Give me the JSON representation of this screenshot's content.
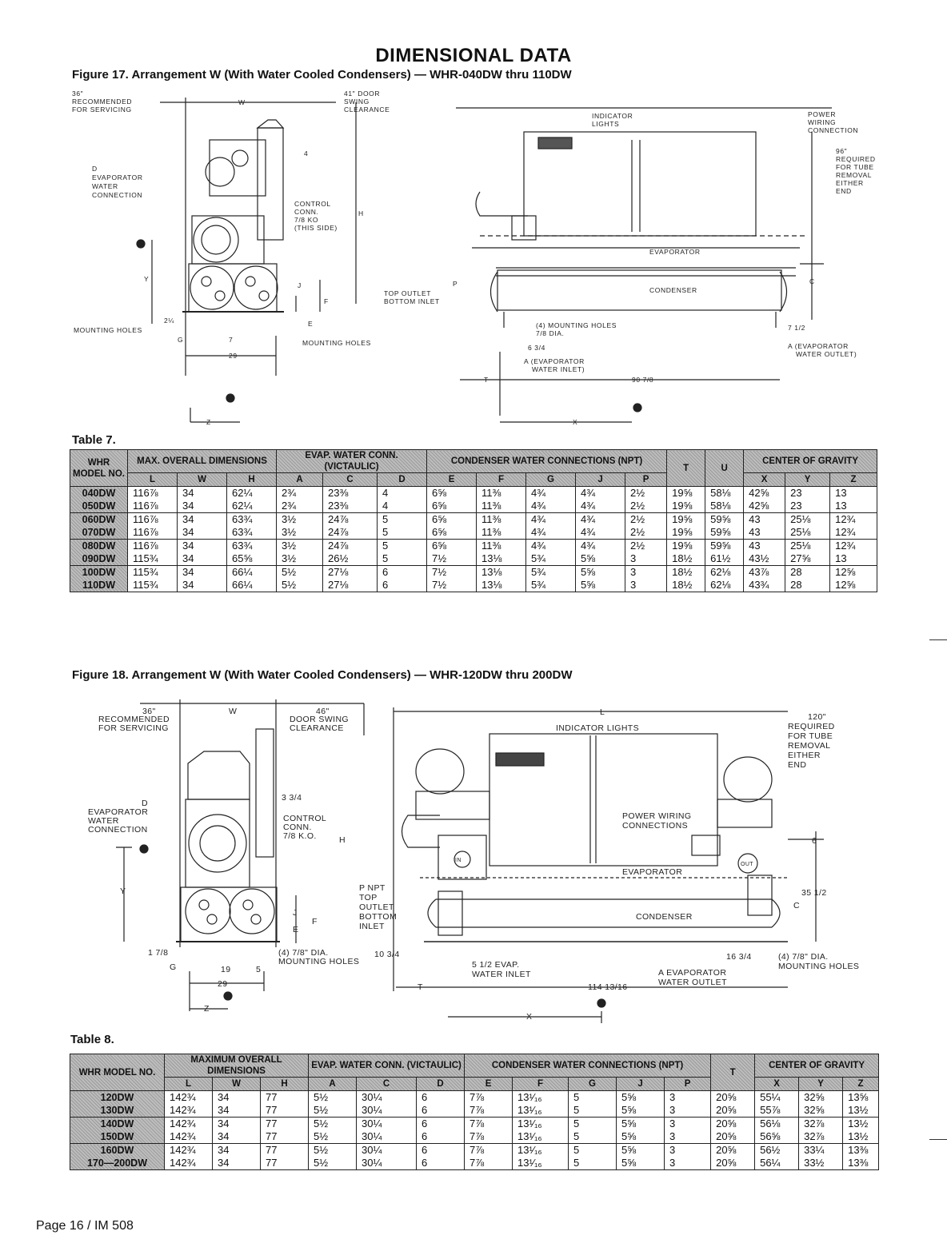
{
  "page_title": "DIMENSIONAL DATA",
  "figure17": {
    "caption": "Figure 17. Arrangement W (With Water Cooled Condensers) — WHR-040DW thru 110DW",
    "labels": {
      "recommended_servicing": [
        "36\"",
        "RECOMMENDED",
        "FOR SERVICING"
      ],
      "w": "W",
      "door_swing": [
        "41\" DOOR",
        "SWING",
        "CLEARANCE"
      ],
      "d_evap": [
        "D",
        "EVAPORATOR",
        "WATER",
        "CONNECTION"
      ],
      "four": "4",
      "control_conn": [
        "CONTROL",
        "CONN.",
        "7/8 KO",
        "(THIS SIDE)"
      ],
      "y": "Y",
      "j": "J",
      "f": "F",
      "e": "E",
      "h": "H",
      "two_quarter": "2¼",
      "mounting_holes_left": "MOUNTING HOLES",
      "g": "G",
      "seven": "7",
      "twentynine": "29",
      "mounting_holes_mid": "MOUNTING HOLES",
      "z": "Z",
      "indicator_lights": [
        "INDICATOR",
        "LIGHTS"
      ],
      "power_wiring": [
        "POWER",
        "WIRING",
        "CONNECTION"
      ],
      "tube_removal": [
        "96\"",
        "REQUIRED",
        "FOR TUBE",
        "REMOVAL",
        "EITHER",
        "END"
      ],
      "evaporator": "EVAPORATOR",
      "condenser": "CONDENSER",
      "p": "P",
      "top_bottom": [
        "TOP OUTLET",
        "BOTTOM INLET"
      ],
      "four_holes": [
        "(4) MOUNTING HOLES",
        "7/8 DIA."
      ],
      "six_three_quarter": "6 3/4",
      "a_evap_inlet": [
        "A (EVAPORATOR",
        "WATER INLET)"
      ],
      "c": "C",
      "seven_half": "7 1/2",
      "a_evap_outlet": [
        "A (EVAPORATOR",
        "WATER OUTLET)"
      ],
      "t": "T",
      "ninety": "90 7/8",
      "x": "X"
    }
  },
  "table7": {
    "label": "Table 7.",
    "header_groups": [
      "WHR MODEL NO.",
      "MAX. OVERALL DIMENSIONS",
      "EVAP. WATER CONN. (VICTAULIC)",
      "CONDENSER WATER CONNECTIONS (NPT)",
      "T",
      "U",
      "CENTER OF GRAVITY"
    ],
    "columns": [
      "L",
      "W",
      "H",
      "A",
      "C",
      "D",
      "E",
      "F",
      "G",
      "J",
      "P",
      "X",
      "Y",
      "Z"
    ],
    "groups": [
      {
        "models": [
          "040DW",
          "050DW"
        ],
        "cells": [
          [
            "116⅞",
            "116⅞"
          ],
          [
            "34",
            "34"
          ],
          [
            "62¼",
            "62¼"
          ],
          [
            "2¾",
            "2¾"
          ],
          [
            "23⅜",
            "23⅜"
          ],
          [
            "4",
            "4"
          ],
          [
            "6⅝",
            "6⅝"
          ],
          [
            "11⅜",
            "11⅜"
          ],
          [
            "4¾",
            "4¾"
          ],
          [
            "4¾",
            "4¾"
          ],
          [
            "2½",
            "2½"
          ],
          [
            "19⅝",
            "19⅝"
          ],
          [
            "58⅛",
            "58⅛"
          ],
          [
            "42⅝",
            "42⅝"
          ],
          [
            "23",
            "23"
          ],
          [
            "13",
            "13"
          ]
        ]
      },
      {
        "models": [
          "060DW",
          "070DW"
        ],
        "cells": [
          [
            "116⅞",
            "116⅞"
          ],
          [
            "34",
            "34"
          ],
          [
            "63¾",
            "63¾"
          ],
          [
            "3½",
            "3½"
          ],
          [
            "24⅞",
            "24⅞"
          ],
          [
            "5",
            "5"
          ],
          [
            "6⅝",
            "6⅝"
          ],
          [
            "11⅜",
            "11⅜"
          ],
          [
            "4¾",
            "4¾"
          ],
          [
            "4¾",
            "4¾"
          ],
          [
            "2½",
            "2½"
          ],
          [
            "19⅝",
            "19⅝"
          ],
          [
            "59⅝",
            "59⅝"
          ],
          [
            "43",
            "43"
          ],
          [
            "25⅛",
            "25⅛"
          ],
          [
            "12¾",
            "12¾"
          ]
        ]
      },
      {
        "models": [
          "080DW",
          "090DW"
        ],
        "cells": [
          [
            "116⅞",
            "115¾"
          ],
          [
            "34",
            "34"
          ],
          [
            "63¾",
            "65⅝"
          ],
          [
            "3½",
            "3½"
          ],
          [
            "24⅞",
            "26½"
          ],
          [
            "5",
            "5"
          ],
          [
            "6⅝",
            "7½"
          ],
          [
            "11⅜",
            "13⅛"
          ],
          [
            "4¾",
            "5¾"
          ],
          [
            "4¾",
            "5⅝"
          ],
          [
            "2½",
            "3"
          ],
          [
            "19⅝",
            "18½"
          ],
          [
            "59⅝",
            "61½"
          ],
          [
            "43",
            "43½"
          ],
          [
            "25⅛",
            "27⅝"
          ],
          [
            "12¾",
            "13"
          ]
        ]
      },
      {
        "models": [
          "100DW",
          "110DW"
        ],
        "cells": [
          [
            "115¾",
            "115¾"
          ],
          [
            "34",
            "34"
          ],
          [
            "66¼",
            "66¼"
          ],
          [
            "5½",
            "5½"
          ],
          [
            "27⅛",
            "27⅛"
          ],
          [
            "6",
            "6"
          ],
          [
            "7½",
            "7½"
          ],
          [
            "13⅛",
            "13⅛"
          ],
          [
            "5¾",
            "5¾"
          ],
          [
            "5⅝",
            "5⅝"
          ],
          [
            "3",
            "3"
          ],
          [
            "18½",
            "18½"
          ],
          [
            "62⅛",
            "62⅛"
          ],
          [
            "43⅞",
            "43¾"
          ],
          [
            "28",
            "28"
          ],
          [
            "12⅝",
            "12⅝"
          ]
        ]
      }
    ]
  },
  "figure18": {
    "caption": "Figure 18. Arrangement W (With Water Cooled Condensers) — WHR-120DW thru 200DW",
    "labels": {
      "recommended_servicing": [
        "36\"",
        "RECOMMENDED",
        "FOR SERVICING"
      ],
      "w": "W",
      "door_swing": [
        "46\"",
        "DOOR SWING",
        "CLEARANCE"
      ],
      "d_evap": [
        "D",
        "EVAPORATOR",
        "WATER",
        "CONNECTION"
      ],
      "three_three_quarter": "3 3/4",
      "control_conn": [
        "CONTROL",
        "CONN.",
        "7/8 K.O."
      ],
      "h": "H",
      "y": "Y",
      "j": "J",
      "f": "F",
      "e": "E",
      "seven_eighths": "1 7/8",
      "g": "G",
      "nineteen": "19",
      "five": "5",
      "four_holes_left": [
        "(4) 7/8\" DIA.",
        "MOUNTING HOLES"
      ],
      "twentynine": "29",
      "z": "Z",
      "l": "L",
      "indicator_lights": "INDICATOR LIGHTS",
      "tube_removal": [
        "120\"",
        "REQUIRED",
        "FOR TUBE",
        "REMOVAL",
        "EITHER",
        "END"
      ],
      "power_wiring": [
        "POWER WIRING",
        "CONNECTIONS"
      ],
      "six": "6",
      "in": "IN",
      "out": "OUT",
      "evaporator": "EVAPORATOR",
      "p_npt": [
        "P NPT",
        "TOP",
        "OUTLET",
        "BOTTOM",
        "INLET"
      ],
      "thirtyfive": "35 1/2",
      "c": "C",
      "condenser": "CONDENSER",
      "ten_three_quarter": "10 3/4",
      "sixteen": "16 3/4",
      "four_holes_right": [
        "(4) 7/8\" DIA.",
        "MOUNTING HOLES"
      ],
      "five_half": [
        "5 1/2 EVAP.",
        "WATER INLET"
      ],
      "a_evap_outlet": [
        "A EVAPORATOR",
        "WATER OUTLET"
      ],
      "t": "T",
      "one_fourteen": "114 13/16",
      "x": "X"
    }
  },
  "table8": {
    "label": "Table 8.",
    "header_groups": [
      "WHR MODEL NO.",
      "MAXIMUM OVERALL DIMENSIONS",
      "EVAP. WATER CONN. (VICTAULIC)",
      "CONDENSER WATER CONNECTIONS (NPT)",
      "T",
      "CENTER OF GRAVITY"
    ],
    "columns": [
      "L",
      "W",
      "H",
      "A",
      "C",
      "D",
      "E",
      "F",
      "G",
      "J",
      "P",
      "X",
      "Y",
      "Z"
    ],
    "groups": [
      {
        "models": [
          "120DW",
          "130DW"
        ],
        "cells": [
          [
            "142¾",
            "142¾"
          ],
          [
            "34",
            "34"
          ],
          [
            "77",
            "77"
          ],
          [
            "5½",
            "5½"
          ],
          [
            "30¼",
            "30¼"
          ],
          [
            "6",
            "6"
          ],
          [
            "7⅞",
            "7⅞"
          ],
          [
            "13¹⁄₁₆",
            "13¹⁄₁₆"
          ],
          [
            "5",
            "5"
          ],
          [
            "5⅝",
            "5⅝"
          ],
          [
            "3",
            "3"
          ],
          [
            "20⅝",
            "20⅝"
          ],
          [
            "55¼",
            "55⅞"
          ],
          [
            "32⅝",
            "32⅝"
          ],
          [
            "13⅝",
            "13½"
          ]
        ]
      },
      {
        "models": [
          "140DW",
          "150DW"
        ],
        "cells": [
          [
            "142¾",
            "142¾"
          ],
          [
            "34",
            "34"
          ],
          [
            "77",
            "77"
          ],
          [
            "5½",
            "5½"
          ],
          [
            "30¼",
            "30¼"
          ],
          [
            "6",
            "6"
          ],
          [
            "7⅞",
            "7⅞"
          ],
          [
            "13¹⁄₁₆",
            "13¹⁄₁₆"
          ],
          [
            "5",
            "5"
          ],
          [
            "5⅝",
            "5⅝"
          ],
          [
            "3",
            "3"
          ],
          [
            "20⅝",
            "20⅝"
          ],
          [
            "56⅛",
            "56⅝"
          ],
          [
            "32⅞",
            "32⅞"
          ],
          [
            "13½",
            "13½"
          ]
        ]
      },
      {
        "models": [
          "160DW",
          "170—200DW"
        ],
        "cells": [
          [
            "142¾",
            "142¾"
          ],
          [
            "34",
            "34"
          ],
          [
            "77",
            "77"
          ],
          [
            "5½",
            "5½"
          ],
          [
            "30¼",
            "30¼"
          ],
          [
            "6",
            "6"
          ],
          [
            "7⅞",
            "7⅞"
          ],
          [
            "13¹⁄₁₆",
            "13¹⁄₁₆"
          ],
          [
            "5",
            "5"
          ],
          [
            "5⅝",
            "5⅝"
          ],
          [
            "3",
            "3"
          ],
          [
            "20⅝",
            "20⅝"
          ],
          [
            "56½",
            "56¼"
          ],
          [
            "33¼",
            "33½"
          ],
          [
            "13⅜",
            "13⅜"
          ]
        ]
      }
    ]
  },
  "footer": "Page 16 / IM 508"
}
